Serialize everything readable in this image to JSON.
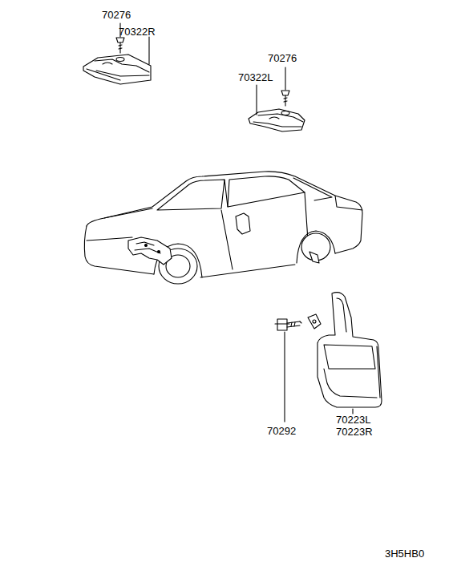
{
  "diagram": {
    "labels": [
      "70276",
      "70322R",
      "70276",
      "70322L",
      "70292",
      "70223L",
      "70223R",
      "3H5HB0"
    ]
  }
}
